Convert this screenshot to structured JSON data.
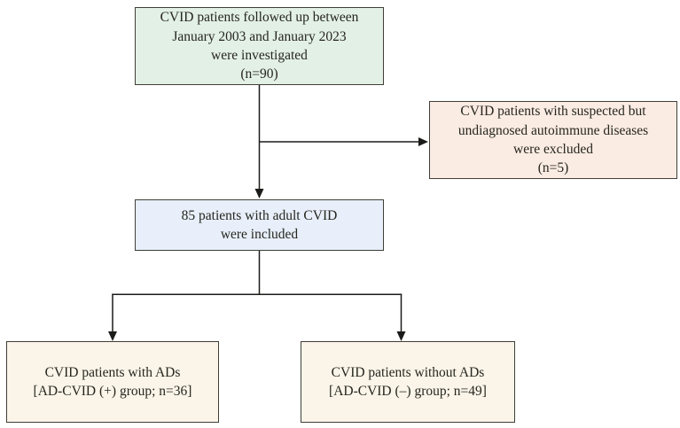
{
  "boxes": {
    "investigated": {
      "text": "CVID patients followed up between\nJanuary 2003 and January 2023\nwere investigated\n(n=90)"
    },
    "excluded": {
      "text": "CVID patients with suspected but\nundiagnosed autoimmune diseases\nwere excluded\n(n=5)"
    },
    "included": {
      "text": "85 patients with adult CVID\nwere included"
    },
    "with_ads": {
      "text": "CVID patients with ADs\n[AD-CVID (+) group; n=36]"
    },
    "without_ads": {
      "text": "CVID patients without ADs\n[AD-CVID (–) group; n=49]"
    }
  },
  "colors": {
    "green": "#e3f0e5",
    "peach": "#fbece3",
    "blue": "#e8effa",
    "cream": "#fbf5e9",
    "border": "#3f3f38",
    "line": "#1b1b19",
    "text": "#26261f",
    "bg": "#ffffff"
  }
}
